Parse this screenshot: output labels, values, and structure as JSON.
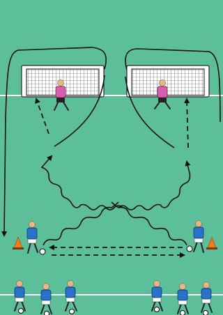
{
  "diagram": {
    "background_color": "#5cbf9a",
    "line_color": "#ffffff",
    "goals": [
      {
        "name": "left-goal",
        "keeper": "goalkeeper"
      },
      {
        "name": "right-goal",
        "keeper": "goalkeeper"
      }
    ],
    "players_mid": [
      {
        "name": "attacker-left"
      },
      {
        "name": "attacker-right"
      }
    ],
    "players_bottom_left_count": 3,
    "players_bottom_right_count": 3,
    "cones": 2,
    "colors": {
      "team_shirt": "#2a72c9",
      "keeper_shirt": "#d95fae",
      "cone": "#f07c1a"
    }
  }
}
